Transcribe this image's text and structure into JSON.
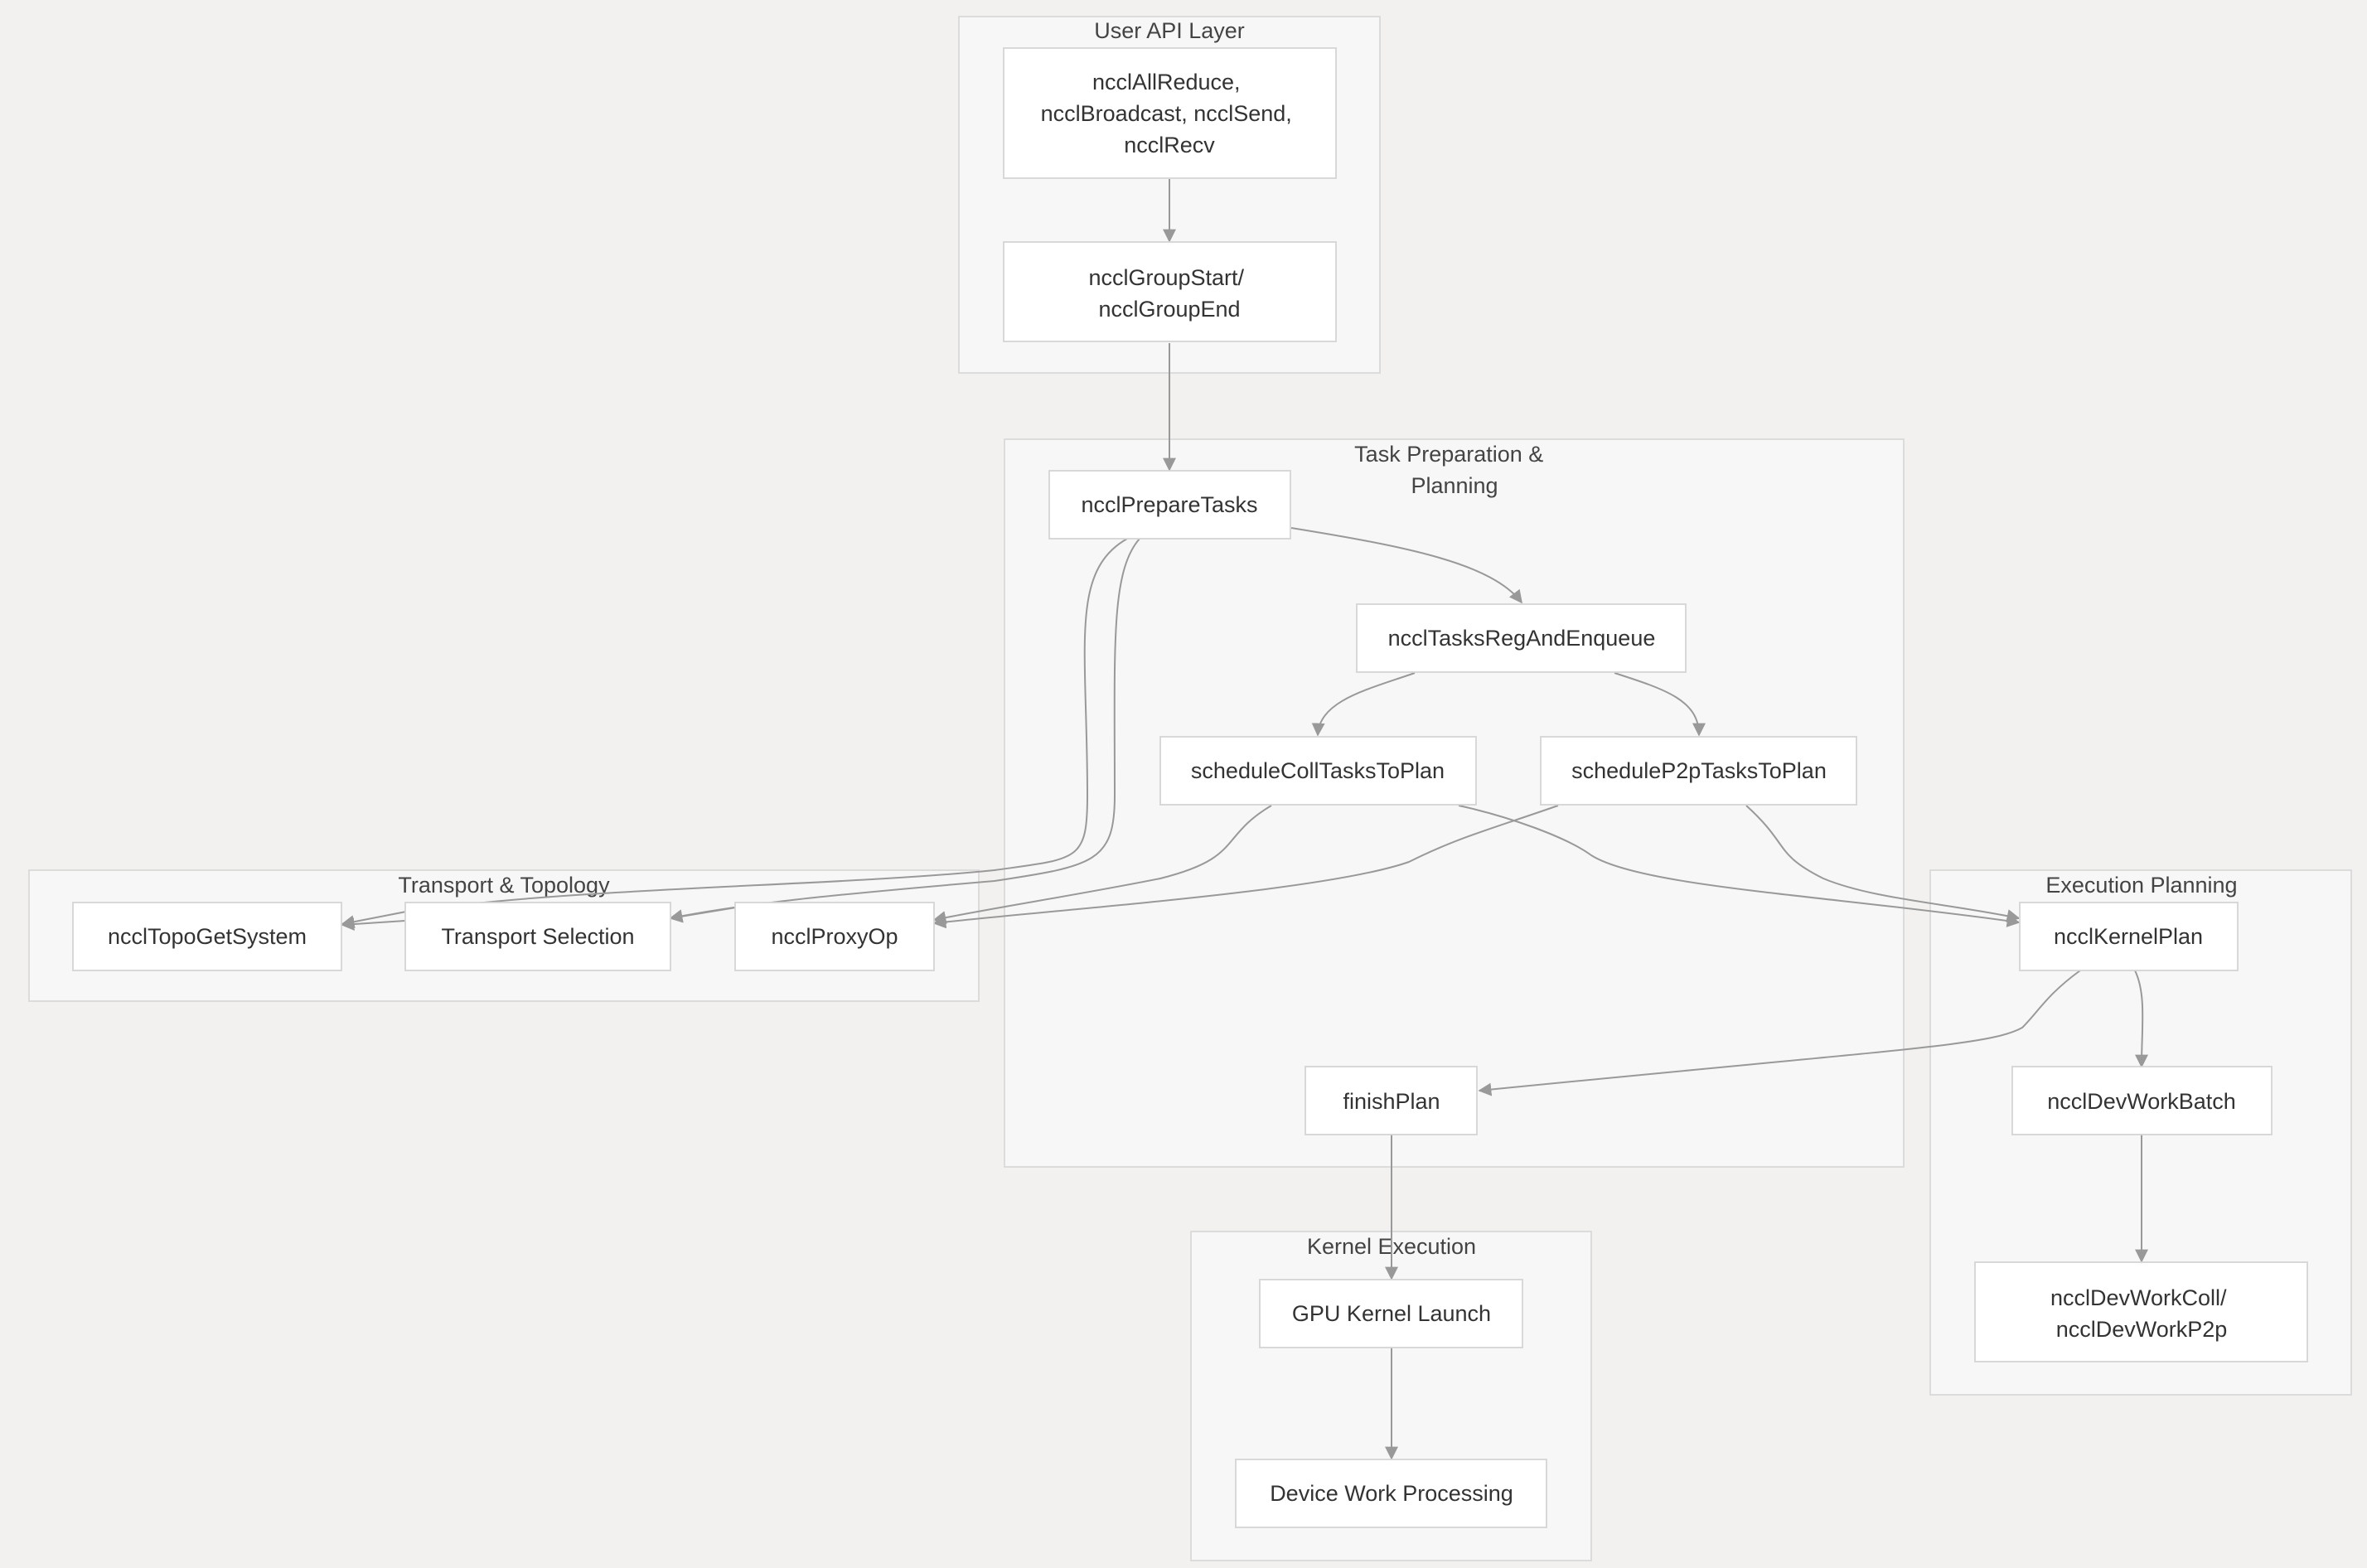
{
  "diagram": {
    "clusters": {
      "user_api": {
        "title": [
          "User API Layer"
        ]
      },
      "task_prep": {
        "title": [
          "Task Preparation &",
          "Planning"
        ]
      },
      "transport": {
        "title": [
          "Transport & Topology"
        ]
      },
      "exec_planning": {
        "title": [
          "Execution Planning"
        ]
      },
      "kernel_exec": {
        "title": [
          "Kernel Execution"
        ]
      }
    },
    "nodes": {
      "api_calls": {
        "label": [
          "ncclAllReduce,",
          "ncclBroadcast, ncclSend,",
          "ncclRecv"
        ]
      },
      "group": {
        "label": [
          "ncclGroupStart/",
          "ncclGroupEnd"
        ]
      },
      "prepare": {
        "label": [
          "ncclPrepareTasks"
        ]
      },
      "regenqueue": {
        "label": [
          "ncclTasksRegAndEnqueue"
        ]
      },
      "schedcoll": {
        "label": [
          "scheduleCollTasksToPlan"
        ]
      },
      "schedp2p": {
        "label": [
          "scheduleP2pTasksToPlan"
        ]
      },
      "finish": {
        "label": [
          "finishPlan"
        ]
      },
      "topo": {
        "label": [
          "ncclTopoGetSystem"
        ]
      },
      "transport_sel": {
        "label": [
          "Transport Selection"
        ]
      },
      "proxyop": {
        "label": [
          "ncclProxyOp"
        ]
      },
      "kernelplan": {
        "label": [
          "ncclKernelPlan"
        ]
      },
      "devworkbatch": {
        "label": [
          "ncclDevWorkBatch"
        ]
      },
      "devworkcoll": {
        "label": [
          "ncclDevWorkColl/",
          "ncclDevWorkP2p"
        ]
      },
      "gpulaunch": {
        "label": [
          "GPU Kernel Launch"
        ]
      },
      "devwork": {
        "label": [
          "Device Work Processing"
        ]
      }
    }
  },
  "colors": {
    "background": "#f2f1ef",
    "cluster_fill": "#f7f7f7",
    "node_fill": "#ffffff",
    "edge": "#999999",
    "text": "#333333"
  }
}
